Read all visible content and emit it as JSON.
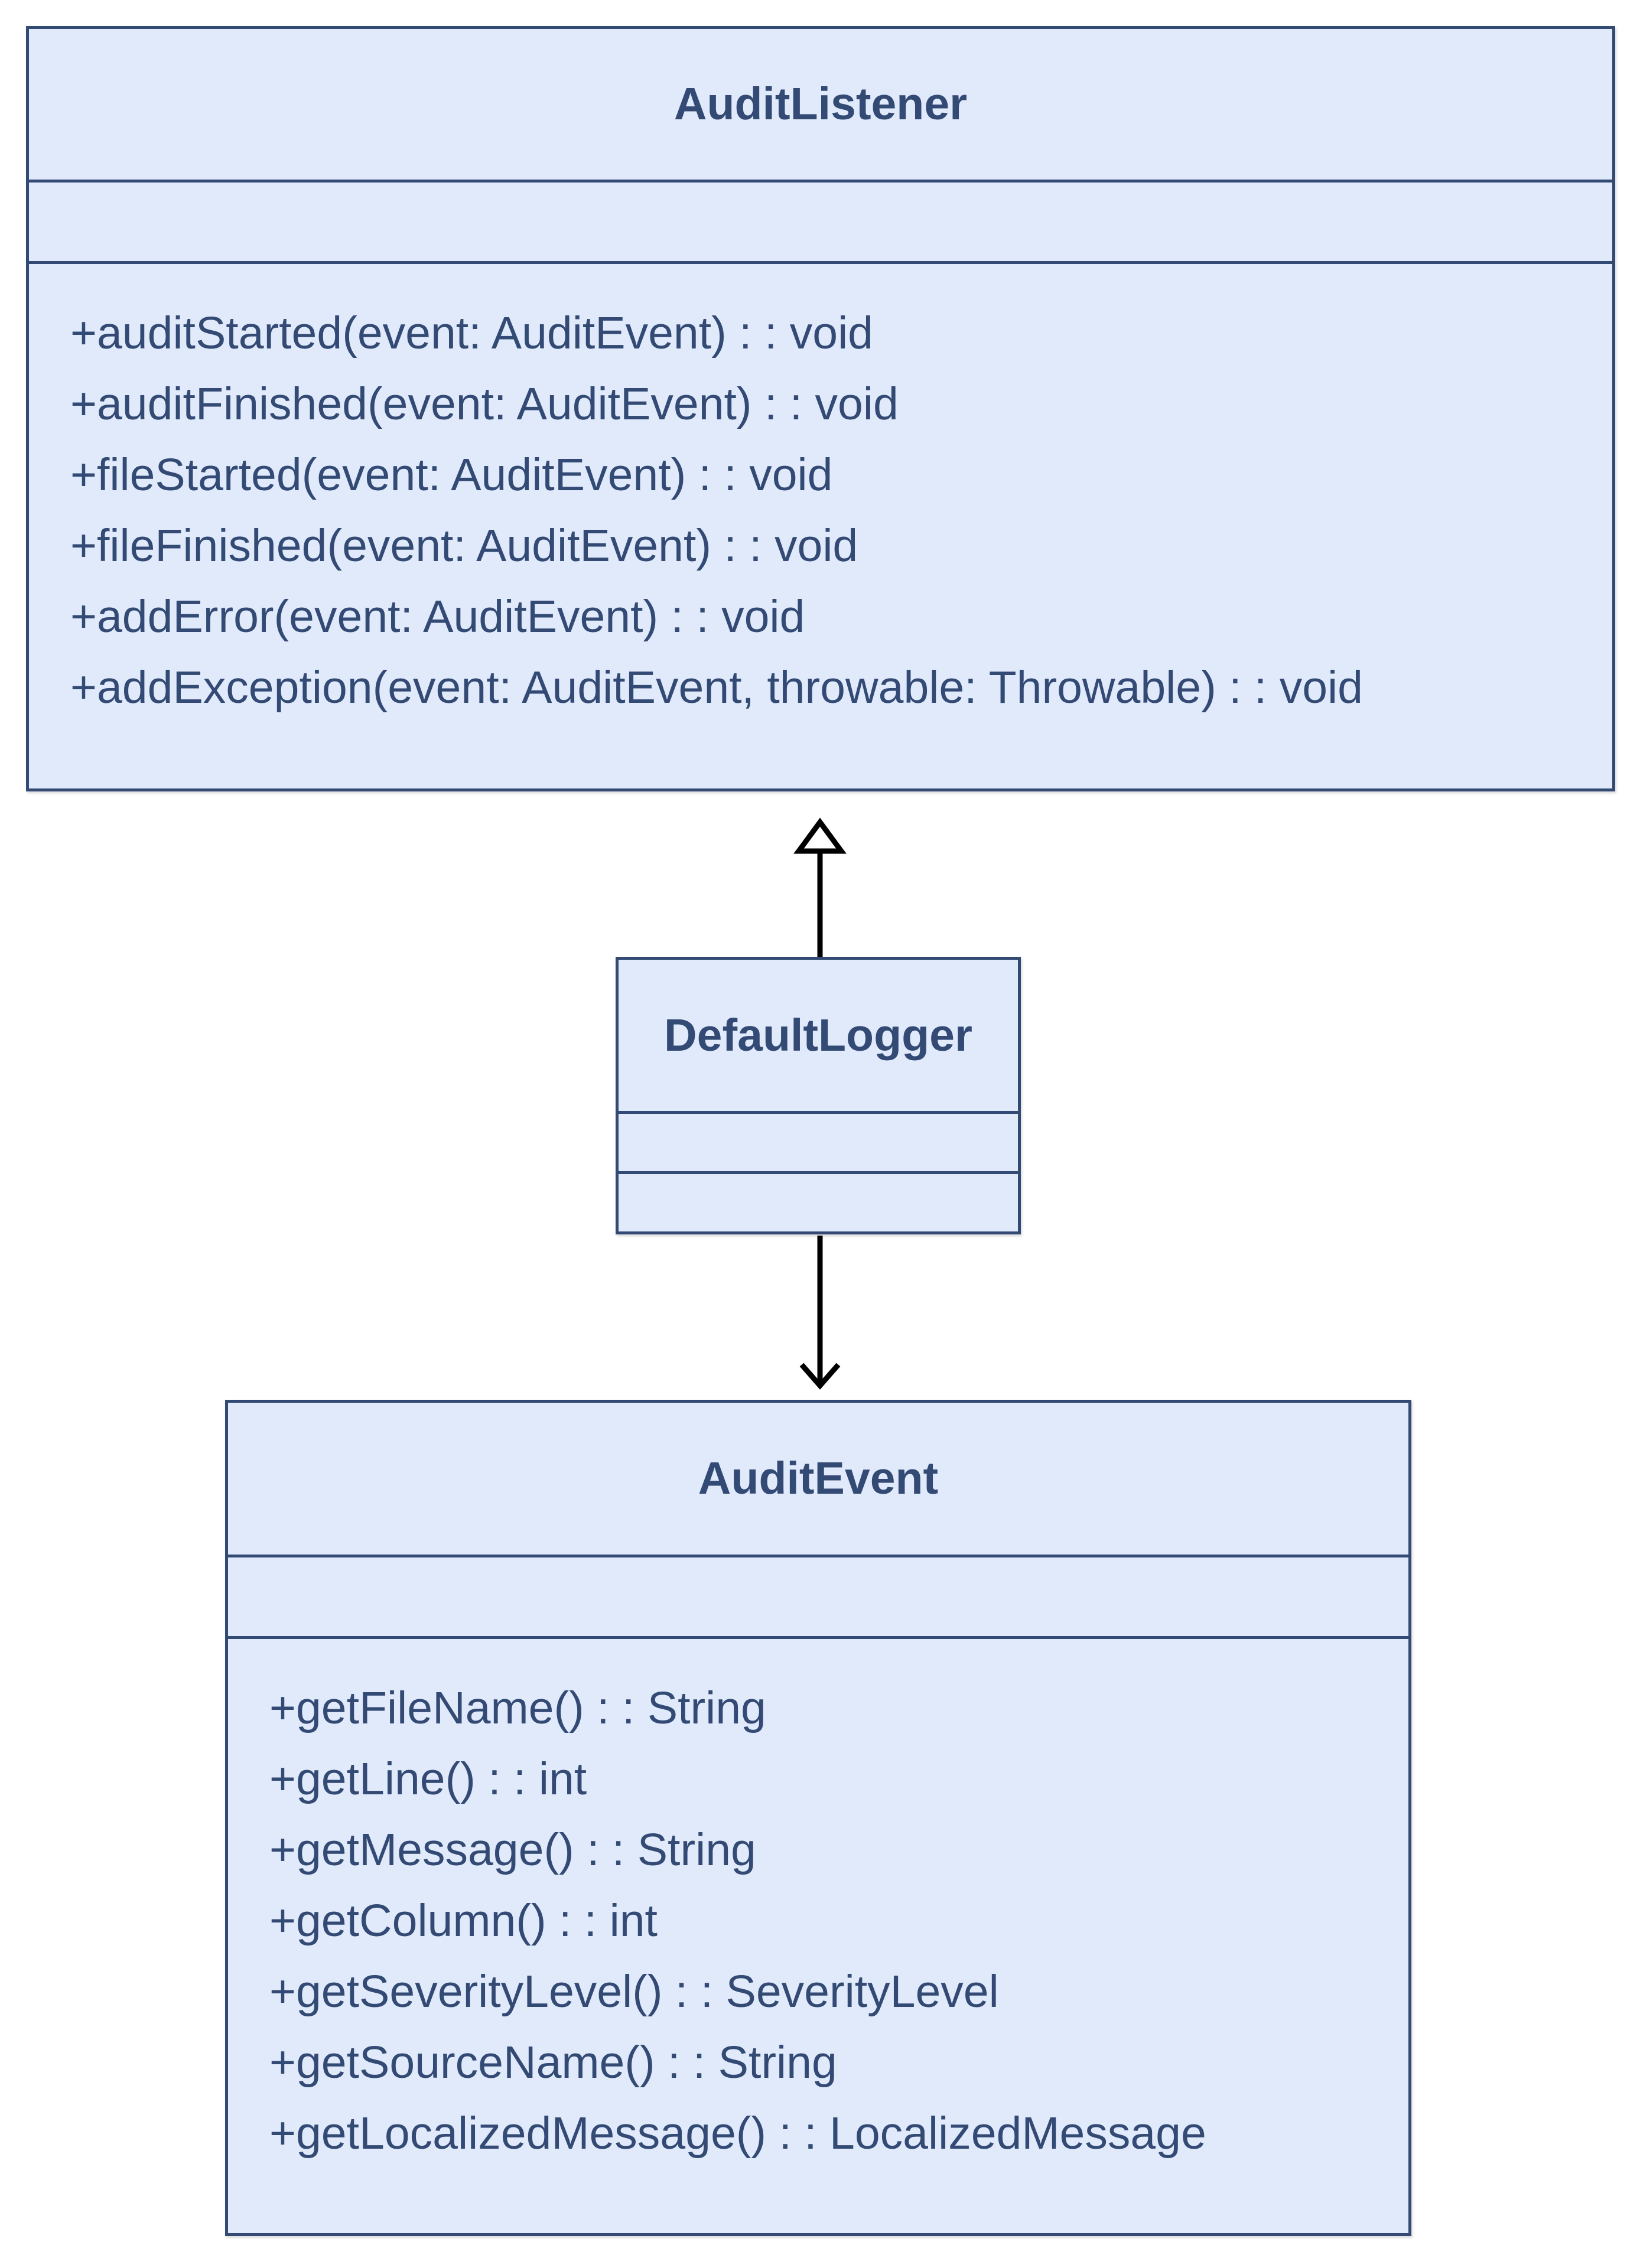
{
  "diagram": {
    "classes": {
      "audit_listener": {
        "name": "AuditListener",
        "methods": [
          "+auditStarted(event: AuditEvent) : : void",
          "+auditFinished(event: AuditEvent) : : void",
          "+fileStarted(event: AuditEvent) : : void",
          "+fileFinished(event: AuditEvent) : : void",
          "+addError(event: AuditEvent) : : void",
          "+addException(event: AuditEvent, throwable: Throwable) : : void"
        ]
      },
      "default_logger": {
        "name": "DefaultLogger",
        "methods": []
      },
      "audit_event": {
        "name": "AuditEvent",
        "methods": [
          "+getFileName() : : String",
          "+getLine() : : int",
          "+getMessage() : : String",
          "+getColumn() : : int",
          "+getSeverityLevel() : : SeverityLevel",
          "+getSourceName() : : String",
          "+getLocalizedMessage() : : LocalizedMessage"
        ]
      }
    },
    "relationships": [
      {
        "type": "realization",
        "from": "DefaultLogger",
        "to": "AuditListener"
      },
      {
        "type": "association",
        "from": "DefaultLogger",
        "to": "AuditEvent"
      }
    ],
    "colors": {
      "box_fill": "#e1eafb",
      "box_border": "#334a74",
      "text": "#334a74",
      "connector": "#000000"
    }
  }
}
